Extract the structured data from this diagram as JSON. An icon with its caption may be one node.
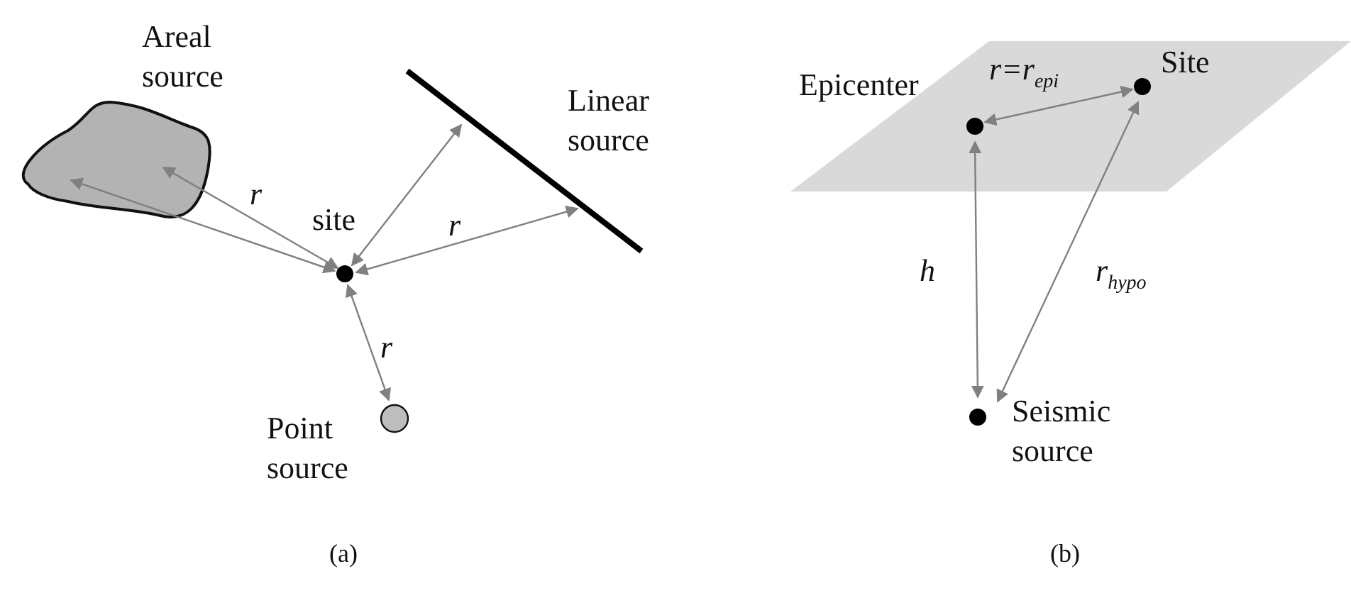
{
  "diagram": {
    "nodes": [
      {
        "text": [
          "Areal source"
        ]
      },
      {
        "text": [
          "site"
        ]
      },
      {
        "text": [
          "Linear source"
        ]
      },
      {
        "text": [
          "Point source"
        ]
      },
      {
        "text": [],
        "shape": "parallelogram"
      },
      {
        "text": [
          "Epicenter"
        ],
        "in": 4
      },
      {
        "text": [
          "Site"
        ],
        "in": 4
      },
      {
        "text": [
          "Seismic source"
        ]
      }
    ],
    "edges": [
      {
        "from": 1,
        "to": 0,
        "arrow": "both",
        "label": "r"
      },
      {
        "from": 1,
        "to": 0,
        "arrow": "both"
      },
      {
        "from": 1,
        "to": 2,
        "arrow": "both"
      },
      {
        "from": 1,
        "to": 2,
        "arrow": "both",
        "label": "r"
      },
      {
        "from": 1,
        "to": 3,
        "arrow": "both",
        "label": "r"
      },
      {
        "from": 5,
        "to": 6,
        "arrow": "both",
        "label": "r=r$_{epi}$"
      },
      {
        "from": 5,
        "to": 7,
        "arrow": "both",
        "label": "h"
      },
      {
        "from": 6,
        "to": 7,
        "arrow": "both",
        "label": "r$_{hypo}$"
      }
    ],
    "labels": [
      "(a)",
      "(b)"
    ]
  }
}
